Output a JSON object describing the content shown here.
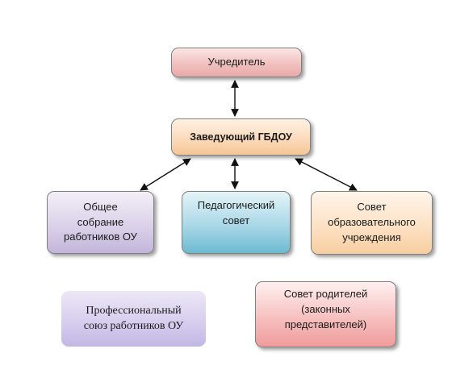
{
  "nodes": {
    "founder": "Учредитель",
    "head": "Заведующий ГБДОУ",
    "general_meeting": "Общее\nсобрание\nработников ОУ",
    "pedagogical_council": "Педагогический\nсовет",
    "institution_council": "Совет\nобразовательного\nучреждения",
    "trade_union": "Профессиональный\nсоюз работников ОУ",
    "parents_council": "Совет родителей\n(законных\nпредставителей)"
  },
  "edges": [
    {
      "from": "founder",
      "to": "head",
      "direction": "both"
    },
    {
      "from": "head",
      "to": "general_meeting",
      "direction": "both"
    },
    {
      "from": "head",
      "to": "pedagogical_council",
      "direction": "both"
    },
    {
      "from": "head",
      "to": "institution_council",
      "direction": "both"
    }
  ]
}
